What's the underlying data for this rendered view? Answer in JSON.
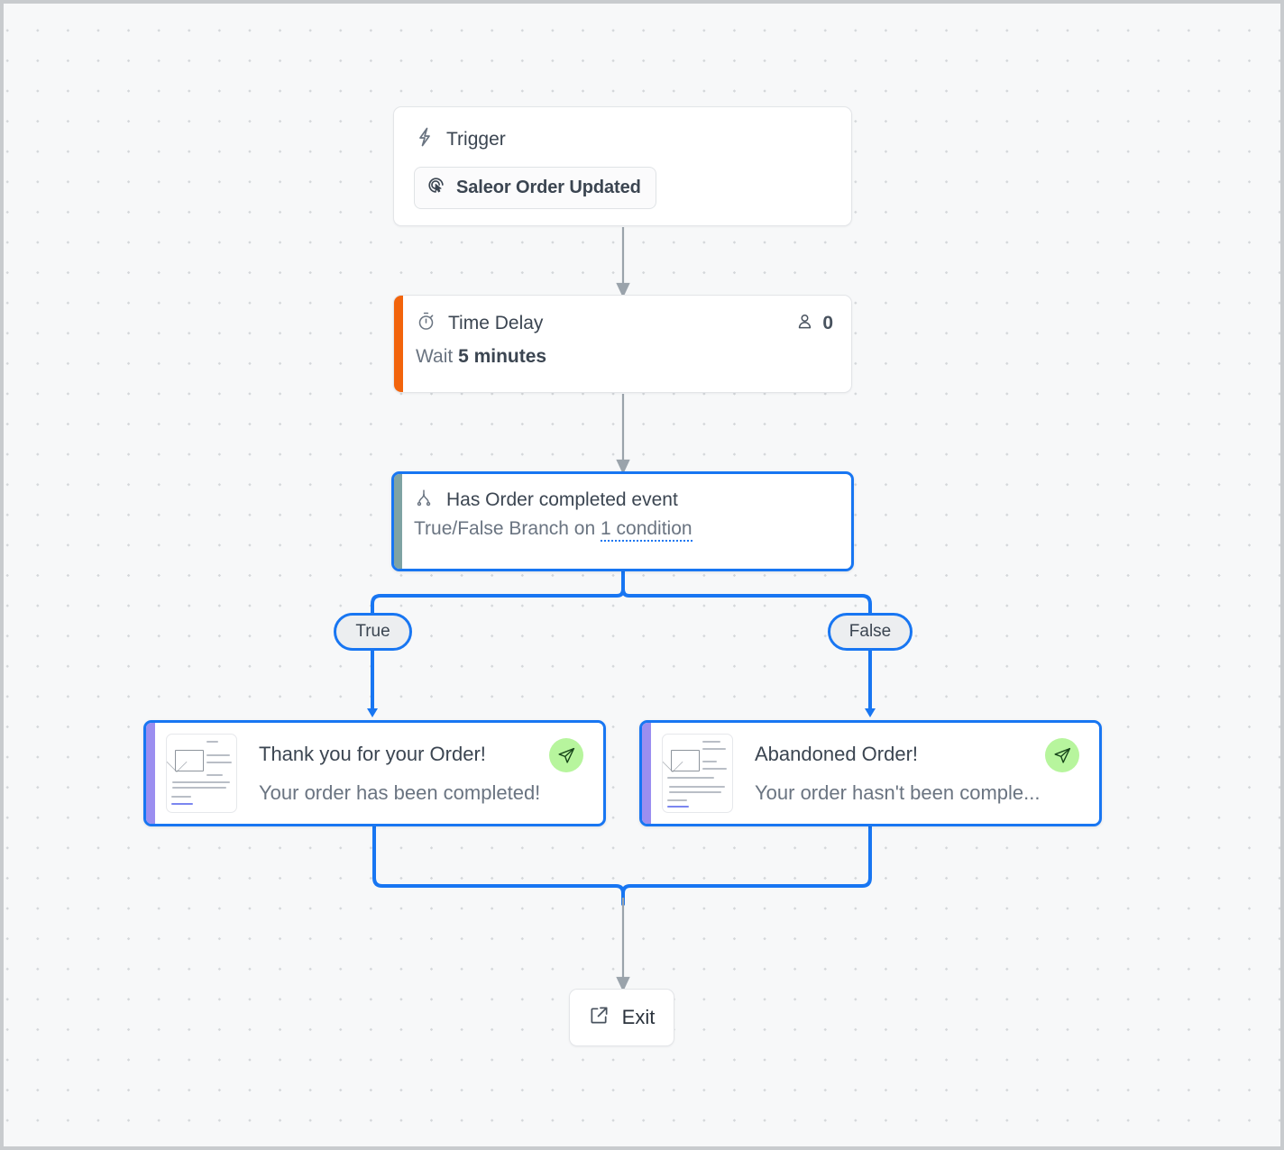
{
  "canvas": {
    "background_color": "#f7f8f9",
    "grid_dot_color": "#d4d7da",
    "border_color": "#c8cbce"
  },
  "colors": {
    "selection_blue": "#1876f2",
    "delay_accent_orange": "#f2640c",
    "branch_accent_teal": "#7fa3a3",
    "email_accent_purple": "#9b8ef0",
    "send_badge_green": "#b7f59d",
    "edge_gray": "#9aa3ab"
  },
  "nodes": {
    "trigger": {
      "icon": "lightning-bolt-icon",
      "title": "Trigger",
      "chip_icon": "saleor-cursor-icon",
      "chip_label": "Saleor Order Updated"
    },
    "time_delay": {
      "icon": "stopwatch-icon",
      "title": "Time Delay",
      "count_icon": "person-icon",
      "count": "0",
      "wait_prefix": "Wait",
      "wait_value": "5 minutes"
    },
    "branch": {
      "icon": "branch-split-icon",
      "title": "Has Order completed event",
      "subtitle_prefix": "True/False Branch on",
      "condition_link": "1 condition"
    },
    "branch_labels": {
      "true": "True",
      "false": "False"
    },
    "email_true": {
      "thumbnail_icon": "email-preview-thumbnail",
      "title": "Thank you for your Order!",
      "subtitle": "Your order has been completed!",
      "badge_icon": "paper-plane-icon"
    },
    "email_false": {
      "thumbnail_icon": "email-preview-thumbnail",
      "title": "Abandoned Order!",
      "subtitle": "Your order hasn't been comple...",
      "badge_icon": "paper-plane-icon"
    },
    "exit": {
      "icon": "external-link-icon",
      "label": "Exit"
    }
  }
}
